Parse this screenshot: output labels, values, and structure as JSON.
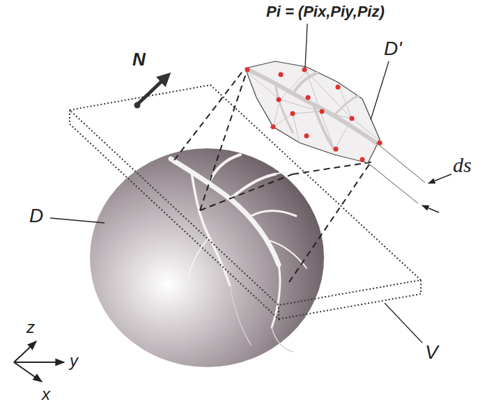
{
  "diagram": {
    "labels": [
      "Pi = (Pix,Piy,Piz)",
      "N",
      "D'",
      "ds",
      "D",
      "V",
      "z",
      "y",
      "x"
    ]
  }
}
